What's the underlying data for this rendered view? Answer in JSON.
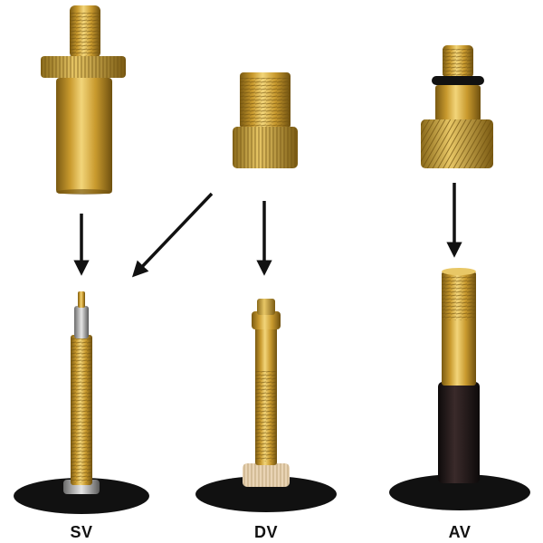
{
  "labels": {
    "sv": "SV",
    "dv": "DV",
    "av": "AV"
  },
  "colors": {
    "background": "#ffffff",
    "brass_light": "#f2d57a",
    "brass_mid": "#c99a2e",
    "brass_dark": "#7a5a12",
    "rubber": "#111111",
    "arrow": "#111111"
  }
}
